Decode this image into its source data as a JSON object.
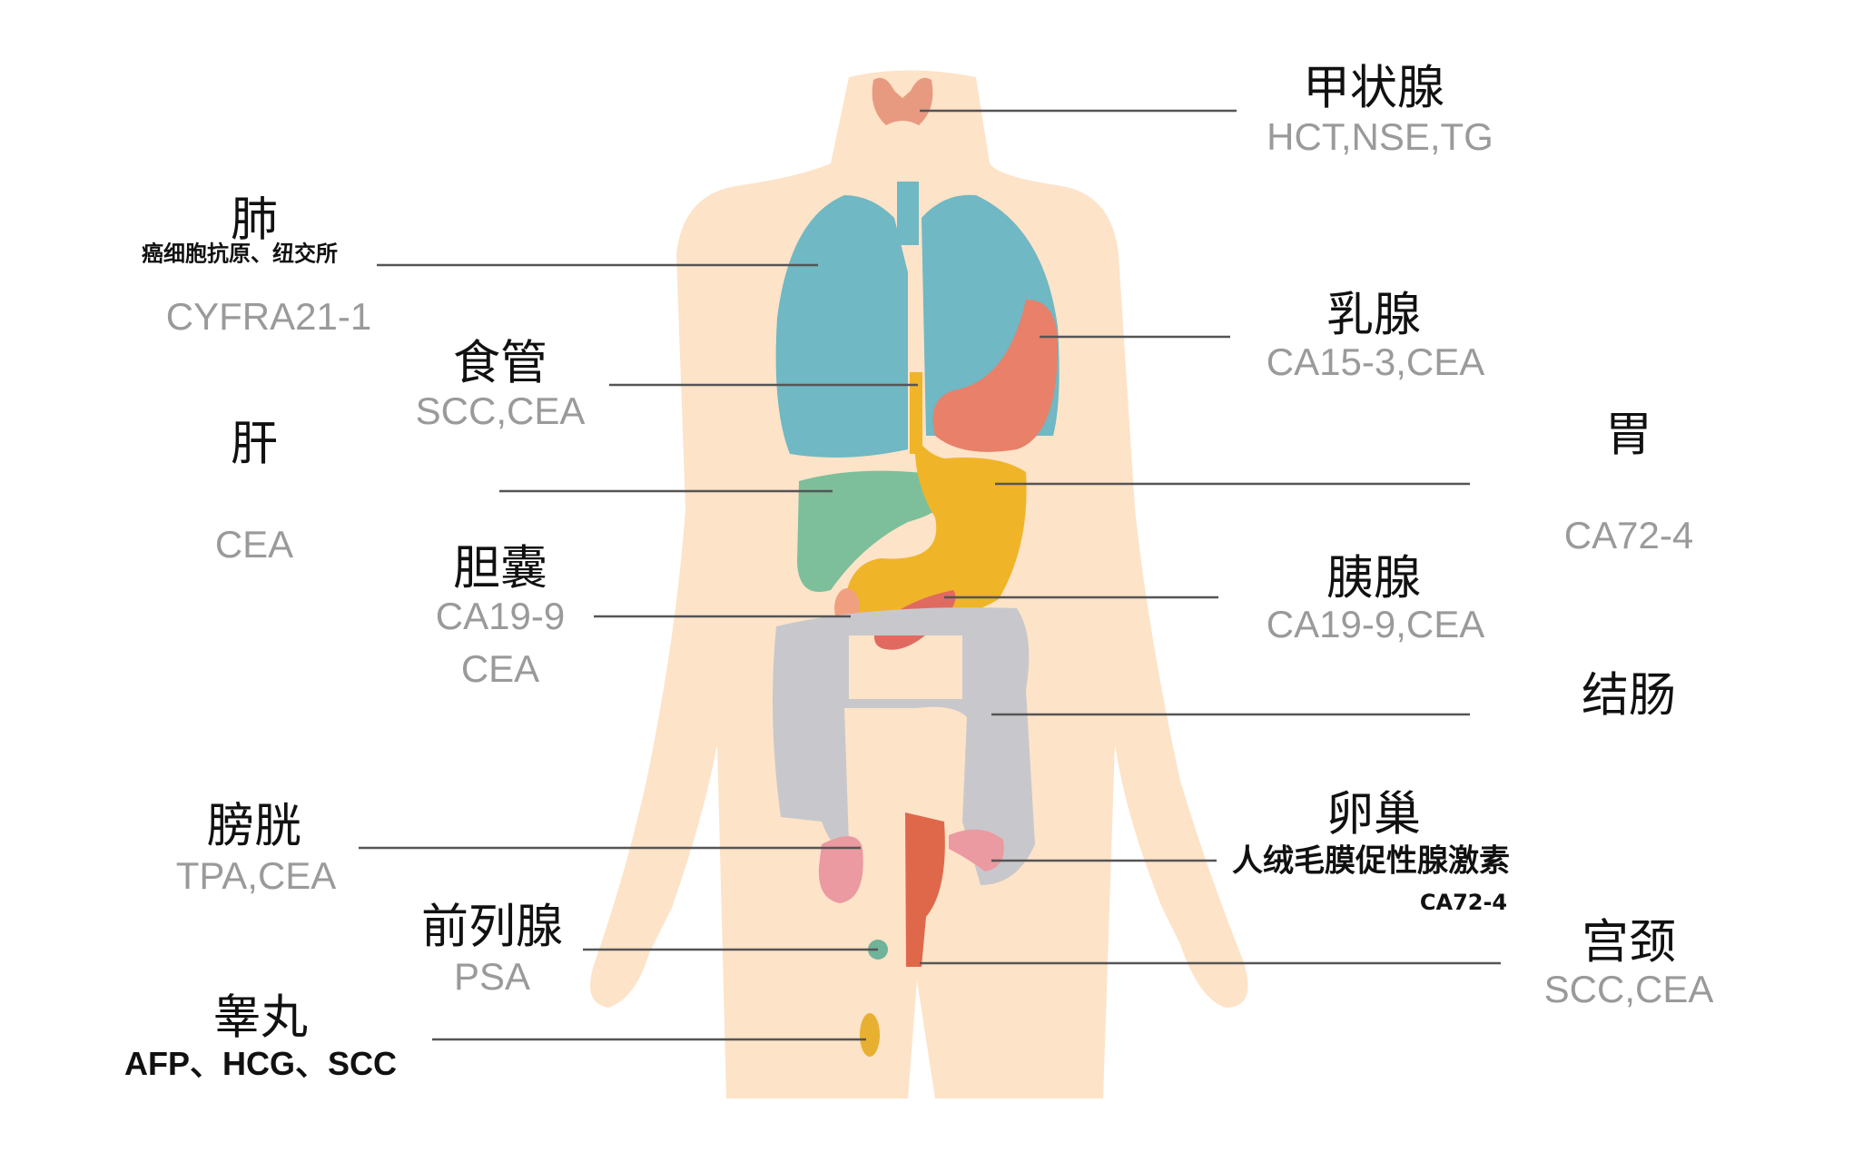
{
  "colors": {
    "body": "#fde3c8",
    "lung": "#6fb8c4",
    "breast": "#e8806a",
    "liver": "#7cbf9a",
    "stomach": "#f0b429",
    "pancreas": "#e06a60",
    "colon": "#c8c8cc",
    "bladder": "#ea9aa0",
    "uterus": "#e0684a",
    "prostate": "#6fb39a",
    "testis": "#e8b030",
    "line": "#555555"
  },
  "organs": {
    "thyroid": {
      "name": "甲状腺",
      "markers": "HCT,NSE,TG"
    },
    "lung": {
      "name": "肺",
      "note": "癌细胞抗原、纽交所",
      "markers": "CYFRA21-1"
    },
    "esophagus": {
      "name": "食管",
      "markers": "SCC,CEA"
    },
    "breast": {
      "name": "乳腺",
      "markers": "CA15-3,CEA"
    },
    "liver": {
      "name": "肝",
      "markers": "CEA"
    },
    "stomach": {
      "name": "胃",
      "markers": "CA72-4"
    },
    "gallbladder": {
      "name": "胆囊",
      "markers": "CA19-9",
      "markers2": "CEA"
    },
    "pancreas": {
      "name": "胰腺",
      "markers": "CA19-9,CEA"
    },
    "colon": {
      "name": "结肠"
    },
    "bladder": {
      "name": "膀胱",
      "markers": "TPA,CEA"
    },
    "ovary": {
      "name": "卵巢",
      "note": "人绒毛膜促性腺激素",
      "markers": "CA72-4"
    },
    "prostate": {
      "name": "前列腺",
      "markers": "PSA"
    },
    "cervix": {
      "name": "宫颈",
      "markers": "SCC,CEA"
    },
    "testis": {
      "name": "睾丸",
      "markers": "AFP、HCG、SCC"
    }
  }
}
